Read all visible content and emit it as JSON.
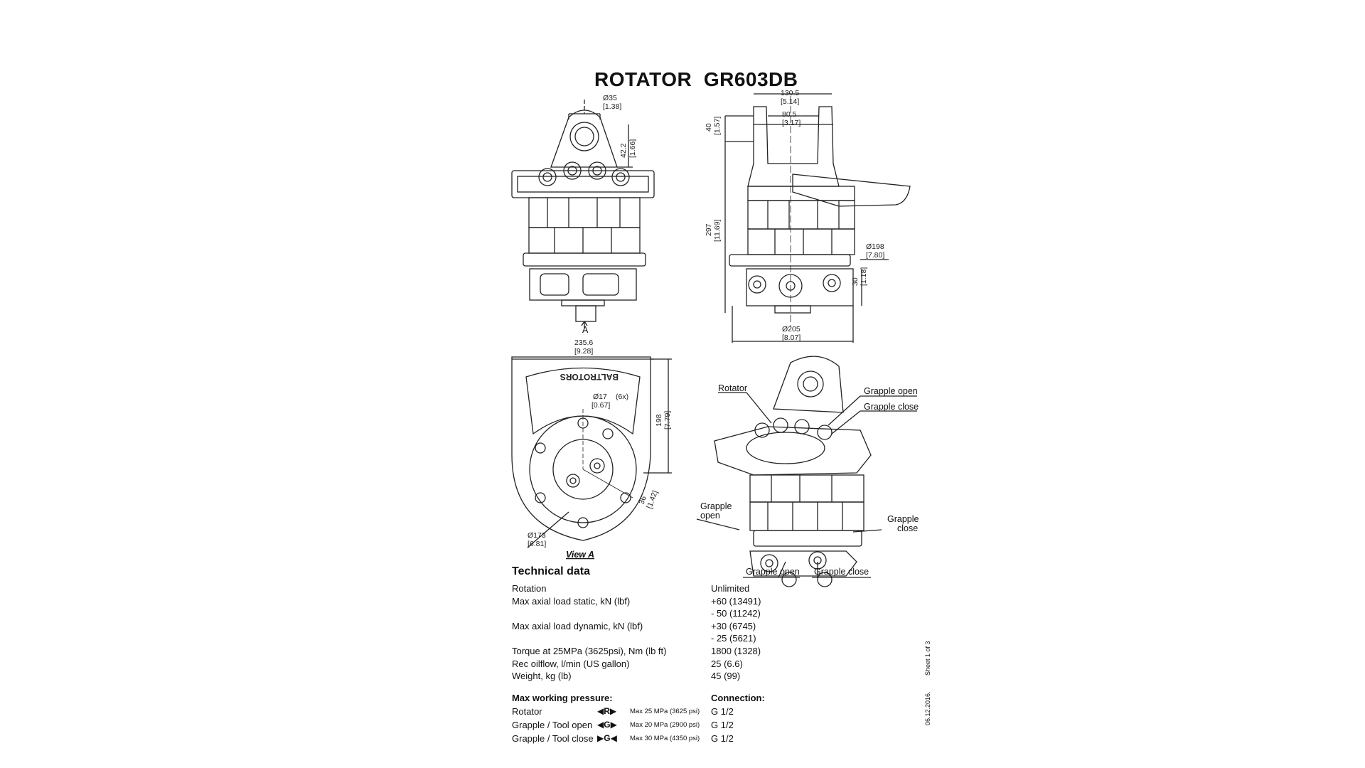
{
  "title": "ROTATOR  GR603DB",
  "dims": {
    "d35": "Ø35",
    "d35_in": "[1.38]",
    "h42": "42.2",
    "h42_in": "[1.66]",
    "w130": "130.5",
    "w130_in": "[5.14]",
    "w80": "80.5",
    "w80_in": "[3.17]",
    "h40": "40",
    "h40_in": "[1.57]",
    "h297": "297",
    "h297_in": "[11.69]",
    "d198": "Ø198",
    "d198_in": "[7.80]",
    "h30": "30",
    "h30_in": "[1.18]",
    "d205": "Ø205",
    "d205_in": "[8.07]",
    "w235": "235.6",
    "w235_in": "[9.28]",
    "d17": "Ø17",
    "d17_n": "(6x)",
    "d17_in": "[0.67]",
    "h198": "198",
    "h198_in": "[7.79]",
    "r36": "36",
    "r36_in": "[1.42]",
    "d173": "Ø173",
    "d173_in": "[6.81]",
    "view_marker": "A",
    "view_label": "View A",
    "logo_text": "BALTROTORS"
  },
  "callouts": {
    "rotator": "Rotator",
    "grapple_open_top": "Grapple open",
    "grapple_close_top": "Grapple close",
    "grapple_open_left": [
      "Grapple",
      "open"
    ],
    "grapple_close_right": [
      "Grapple",
      "close"
    ],
    "grapple_open_bottom": "Grapple open",
    "grapple_close_bottom": "Grapple close"
  },
  "technical": {
    "heading": "Technical data",
    "rows": [
      {
        "label": "Rotation",
        "value": "Unlimited"
      },
      {
        "label": "Max axial load static, kN (lbf)",
        "value": "+60 (13491)"
      },
      {
        "label": "",
        "value": "- 50 (11242)"
      },
      {
        "label": "Max axial load dynamic, kN (lbf)",
        "value": "+30 (6745)"
      },
      {
        "label": "",
        "value": "- 25 (5621)"
      },
      {
        "label": "Torque at 25MPa (3625psi), Nm (lb ft)",
        "value": "1800 (1328)"
      },
      {
        "label": "Rec oilflow, l/min (US gallon)",
        "value": "25 (6.6)"
      },
      {
        "label": "Weight, kg (lb)",
        "value": "45 (99)"
      }
    ]
  },
  "pressure": {
    "heading": "Max working pressure:",
    "connection_heading": "Connection:",
    "rows": [
      {
        "name": "Rotator",
        "symbol": "◀R▶",
        "max": "Max 25 MPa (3625 psi)",
        "connection": "G 1/2"
      },
      {
        "name": "Grapple / Tool open",
        "symbol": "◀G▶",
        "max": "Max 20 MPa (2900 psi)",
        "connection": "G 1/2"
      },
      {
        "name": "Grapple / Tool close",
        "symbol": "▶G◀",
        "max": "Max 30 MPa (4350 psi)",
        "connection": "G 1/2"
      }
    ]
  },
  "side_notes": {
    "sheet": "Sheet 1 of 3",
    "date": "06.12.2016."
  }
}
